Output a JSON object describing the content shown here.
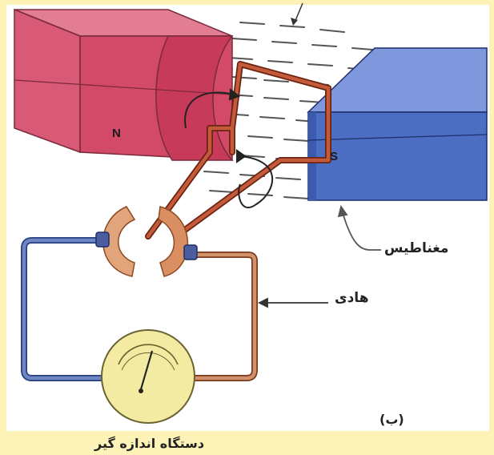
{
  "colors": {
    "page_background": "#fdf3b8",
    "figure_background": "#ffffff",
    "north_magnet": "#d95a76",
    "south_magnet": "#4c6fc4",
    "conductor": "#b04a2a",
    "wire_blue": "#5d75b5",
    "wire_copper": "#c9835e",
    "commutator": "#e2a47a",
    "meter_face": "#f4eba3"
  },
  "diagram": {
    "north_pole_label": "N",
    "south_pole_label": "S",
    "magnet_label": "مغناطیس",
    "conductor_label": "هادی",
    "part_label": "(ب)",
    "meter_caption": "دستگاه اندازه گیر"
  }
}
